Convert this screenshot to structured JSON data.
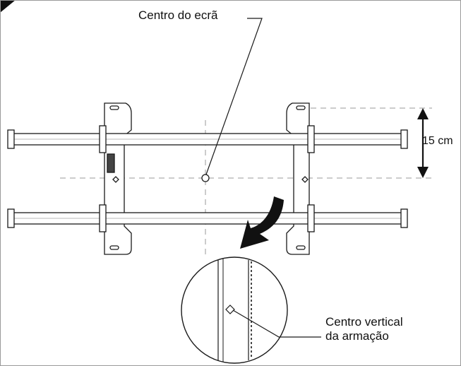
{
  "labels": {
    "screen_center": "Centro do ecrã",
    "distance": "15 cm",
    "frame_vertical_center_line1": "Centro vertical",
    "frame_vertical_center_line2": "da armação"
  },
  "colors": {
    "line": "#1a1a1a",
    "dashed": "#9a9a9a",
    "arrow": "#111111"
  },
  "icons": {
    "direction": "curved-arrow-icon",
    "corner": "corner-triangle-icon"
  }
}
